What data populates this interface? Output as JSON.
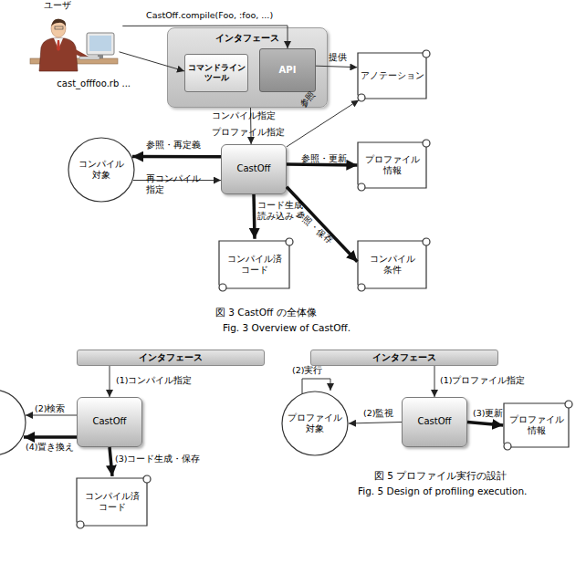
{
  "diagram": {
    "nodes": [
      {
        "text": [
          "ユーザ",
          "cast_offfoo.rb ..."
        ]
      },
      {
        "text": [
          "インタフェース"
        ]
      },
      {
        "text": [
          "コマンドライン ツール"
        ],
        "in": 1
      },
      {
        "text": [
          "API"
        ],
        "in": 1
      },
      {
        "text": [
          "アノテーション"
        ]
      },
      {
        "text": [
          "コンパイル 対象"
        ]
      },
      {
        "text": [
          "CastOff"
        ]
      },
      {
        "text": [
          "プロファイル 情報"
        ]
      },
      {
        "text": [
          "コンパイル済 コード"
        ]
      },
      {
        "text": [
          "コンパイル 条件"
        ]
      },
      {
        "text": [
          "インタフェース"
        ]
      },
      {
        "text": [
          "CastOff"
        ]
      },
      {
        "text": [
          "コンパイル済 コード"
        ]
      },
      {
        "text": [
          "インタフェース"
        ]
      },
      {
        "text": [
          "CastOff"
        ]
      },
      {
        "text": [
          "プロファイル 対象"
        ]
      },
      {
        "text": [
          "プロファイル 情報"
        ]
      }
    ],
    "edges": [
      {
        "from": 0,
        "to": 2,
        "arrow": "to"
      },
      {
        "from": 0,
        "to": 3,
        "label": "CastOff.compile(Foo, :foo, ...)",
        "arrow": "to"
      },
      {
        "from": 3,
        "to": 4,
        "label": "提供",
        "arrow": "to"
      },
      {
        "from": 1,
        "to": 6,
        "label": "コンパイル指定",
        "arrow": "to"
      },
      {
        "from": 6,
        "to": 5,
        "label": "参照・再定義",
        "arrow": "to"
      },
      {
        "from": 5,
        "to": 6,
        "label": "再コンパイル 指定",
        "arrow": "to"
      },
      {
        "from": 6,
        "to": 4,
        "label": "参照",
        "arrow": "to"
      },
      {
        "from": 6,
        "to": 7,
        "label": "参照・更新",
        "arrow": "to"
      },
      {
        "from": 6,
        "to": 8,
        "label": "コード生成 読み込み",
        "arrow": "to"
      },
      {
        "from": 6,
        "to": 9,
        "label": "参照・保存",
        "arrow": "to"
      },
      {
        "from": 10,
        "to": 11,
        "label": "(1)コンパイル指定",
        "arrow": "to"
      },
      {
        "from": 11,
        "to": 12,
        "label": "(3)コード生成・保存",
        "arrow": "to"
      },
      {
        "from": 13,
        "to": 14,
        "label": "(1)プロファイル指定",
        "arrow": "to"
      },
      {
        "from": 14,
        "to": 15,
        "label": "(2)監視",
        "arrow": "to"
      },
      {
        "from": 14,
        "to": 16,
        "label": "(3)更新",
        "arrow": "to"
      }
    ],
    "labels": [
      "プロファイル指定",
      "図 3 CastOff の全体像",
      "Fig. 3 Overview of CastOff.",
      "(2)検索",
      "(4)置き換え",
      "(2)実行",
      "図 5 プロファイル実行の設計",
      "Fig. 5 Design of profiling execution."
    ]
  }
}
